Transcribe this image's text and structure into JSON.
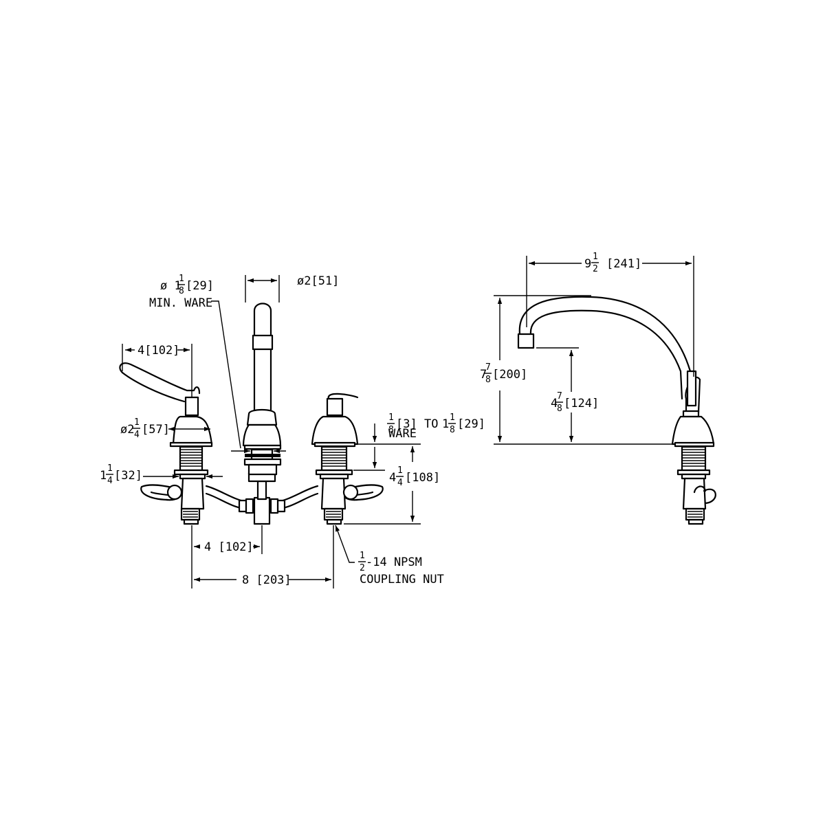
{
  "front_view": {
    "handle_reach": "4[102]",
    "spout_diameter": "ø2[51]",
    "min_ware_hole": {
      "prefix": "ø 1",
      "frac_num": "1",
      "frac_den": "8",
      "metric": "[29]",
      "note": "MIN. WARE"
    },
    "escutcheon_diameter": {
      "prefix": "ø2",
      "frac_num": "1",
      "frac_den": "4",
      "metric": "[57]"
    },
    "flange_height": {
      "prefix": "1",
      "frac_num": "1",
      "frac_den": "4",
      "metric": "[32]"
    },
    "ware_thickness": {
      "frac1_num": "1",
      "frac1_den": "8",
      "metric1": "[3]",
      "to": "TO",
      "prefix2": "1",
      "frac2_num": "1",
      "frac2_den": "8",
      "metric2": "[29]",
      "note": "WARE"
    },
    "below_deck_height": {
      "prefix": "4",
      "frac_num": "1",
      "frac_den": "4",
      "metric": "[108]"
    },
    "center_to_spout": "4 [102]",
    "center_to_center": "8 [203]",
    "coupling_nut": {
      "frac_num": "1",
      "frac_den": "2",
      "thread": "-14 NPSM",
      "note": "COUPLING NUT"
    }
  },
  "side_view": {
    "spout_reach": {
      "prefix": "9",
      "frac_num": "1",
      "frac_den": "2",
      "metric": "[241]"
    },
    "spout_height": {
      "prefix": "7",
      "frac_num": "7",
      "frac_den": "8",
      "metric": "[200]"
    },
    "outlet_height": {
      "prefix": "4",
      "frac_num": "7",
      "frac_den": "8",
      "metric": "[124]"
    }
  }
}
